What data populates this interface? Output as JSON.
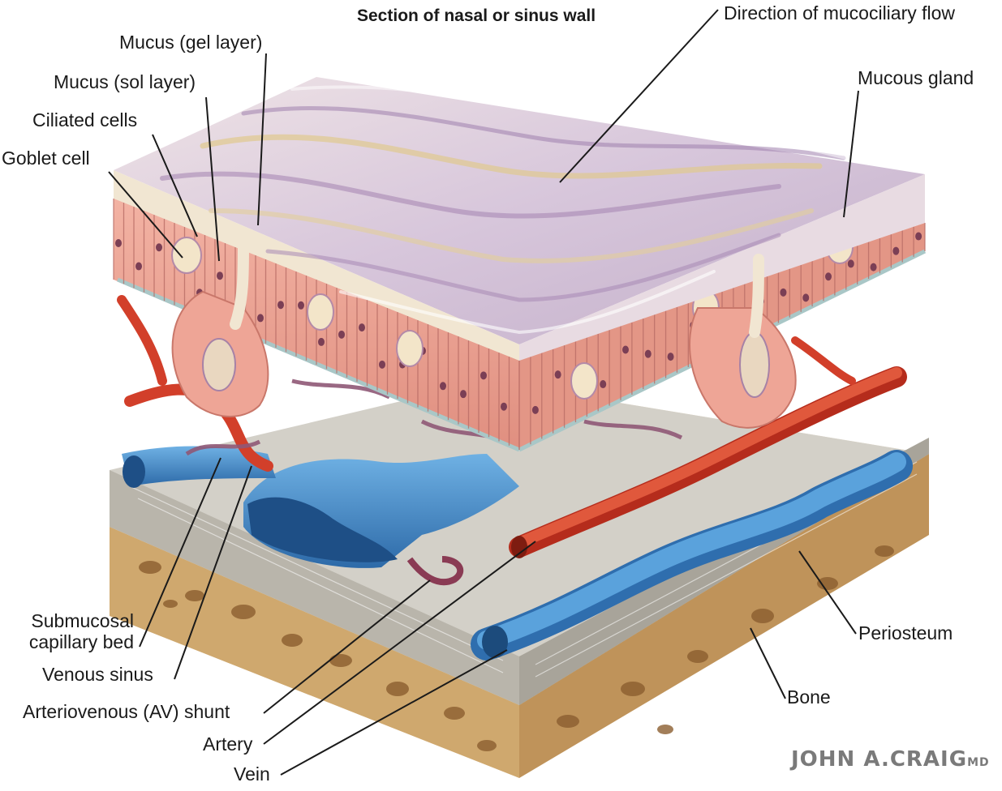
{
  "title": "Section of nasal or sinus wall",
  "labels": {
    "flow": "Direction of mucociliary flow",
    "gel": "Mucus (gel layer)",
    "sol": "Mucus (sol layer)",
    "ciliated": "Ciliated cells",
    "goblet": "Goblet cell",
    "gland": "Mucous gland",
    "capillary_line1": "Submucosal",
    "capillary_line2": "capillary bed",
    "venous": "Venous sinus",
    "av": "Arteriovenous (AV) shunt",
    "artery": "Artery",
    "vein": "Vein",
    "periosteum": "Periosteum",
    "bone": "Bone"
  },
  "signature": {
    "name": "JOHN A.CRAIG",
    "suffix": "MD"
  },
  "colors": {
    "mucus": "#d9c9dc",
    "mucus_streak": "#b49ac0",
    "mucus_gold": "#e3cf9a",
    "epithelium": "#eea596",
    "epithelium_dark": "#cf7d70",
    "nuclei": "#8a4a5a",
    "artery": "#d8412c",
    "vein": "#3f86c6",
    "vein_dark": "#24588f",
    "periosteum": "#c9c6bd",
    "bone": "#d9b57c",
    "bone_dark": "#a57a45"
  }
}
